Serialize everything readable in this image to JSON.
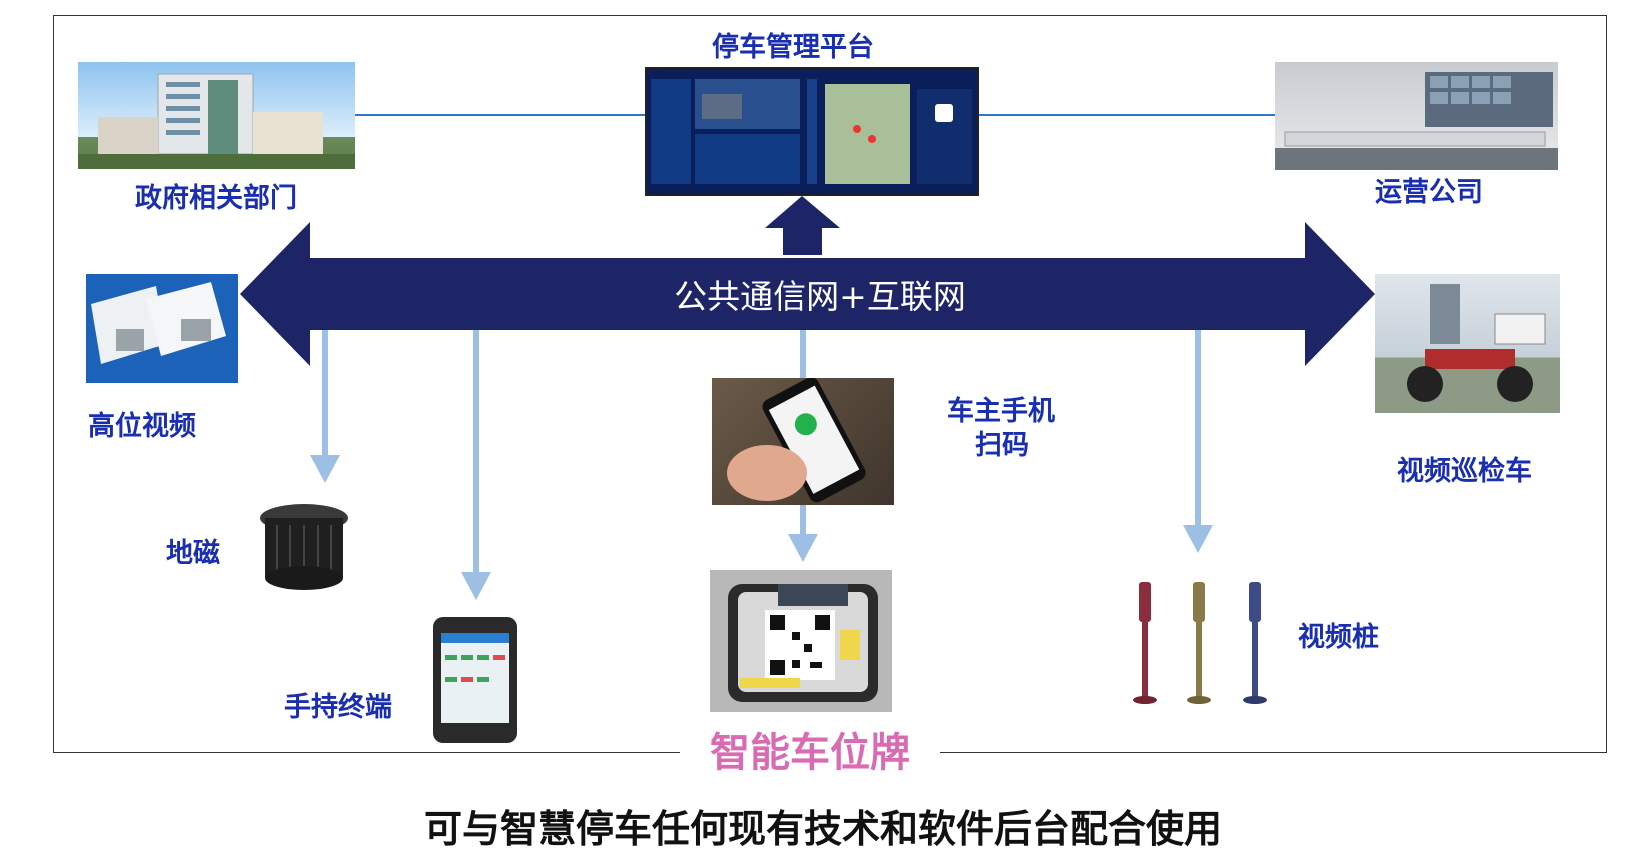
{
  "labels": {
    "platform": "停车管理平台",
    "government": "政府相关部门",
    "operator": "运营公司",
    "network": "公共通信网+互联网",
    "high_video": "高位视频",
    "patrol_car": "视频巡检车",
    "geomagnetic": "地磁",
    "handheld": "手持终端",
    "phone_scan_1": "车主手机",
    "phone_scan_2": "扫码",
    "video_pile": "视频桩",
    "smart_sign": "智能车位牌"
  },
  "footer": "可与智慧停车任何现有技术和软件后台配合使用",
  "colors": {
    "label_blue": "#1a2fb0",
    "network_arrow": "#1e2566",
    "thin_arrow": "#9dbfe3",
    "smart_sign_pink": "#d96bb3"
  }
}
